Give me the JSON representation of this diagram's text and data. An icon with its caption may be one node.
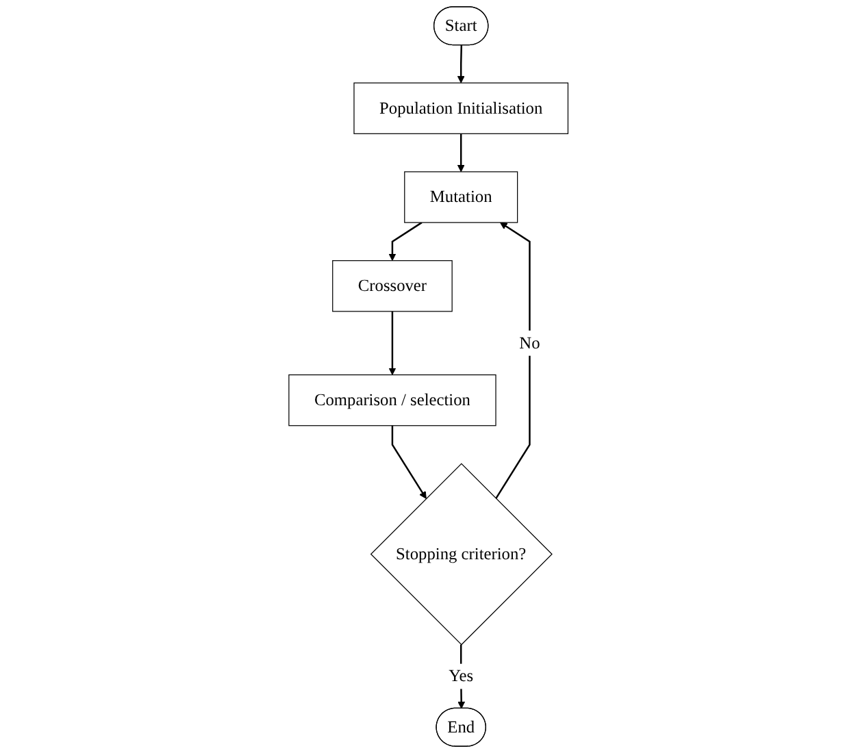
{
  "diagram": {
    "nodes": [
      {
        "text": [
          "Start"
        ]
      },
      {
        "text": [
          "Population Initialisation"
        ]
      },
      {
        "text": [
          "Mutation"
        ]
      },
      {
        "text": [
          "Crossover"
        ]
      },
      {
        "text": [
          "Comparison / selection"
        ]
      },
      {
        "text": [
          "Stopping criterion?"
        ]
      },
      {
        "text": [
          "End"
        ]
      }
    ],
    "edges": [
      {
        "from": 0,
        "to": 1,
        "arrow": "to"
      },
      {
        "from": 1,
        "to": 2,
        "arrow": "to"
      },
      {
        "from": 2,
        "to": 3,
        "arrow": "to"
      },
      {
        "from": 3,
        "to": 4,
        "arrow": "to"
      },
      {
        "from": 4,
        "to": 5,
        "arrow": "to"
      },
      {
        "from": 5,
        "to": 6,
        "label": "Yes",
        "arrow": "to"
      },
      {
        "from": 5,
        "to": 2,
        "label": "No",
        "arrow": "to"
      }
    ]
  }
}
